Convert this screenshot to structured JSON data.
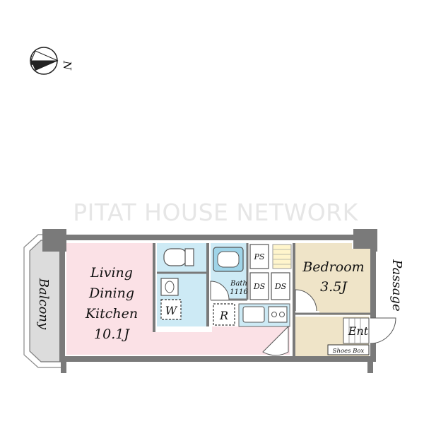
{
  "watermark": "PITAT HOUSE NETWORK",
  "compass": {
    "north_label": "N"
  },
  "rooms": {
    "ldk": {
      "line1": "Living",
      "line2": "Dining",
      "line3": "Kitchen",
      "area": "10.1J"
    },
    "bedroom": {
      "name": "Bedroom",
      "area": "3.5J"
    },
    "balcony": "Balcony",
    "passage": "Passage",
    "entrance": "Ent",
    "shoes_box": "Shoes Box",
    "bath": {
      "name": "Bath",
      "size": "1116"
    },
    "washer": "W",
    "refrigerator": "R",
    "pipe_space": "PS",
    "duct_space_1": "DS",
    "duct_space_2": "DS"
  },
  "colors": {
    "ldk": "#fbe1e6",
    "bedroom": "#efe4c8",
    "wet_area": "#cdeaf5",
    "balcony": "#dcdcdc",
    "wall": "#7a7a7a",
    "fixture": "#9fd4e8"
  }
}
